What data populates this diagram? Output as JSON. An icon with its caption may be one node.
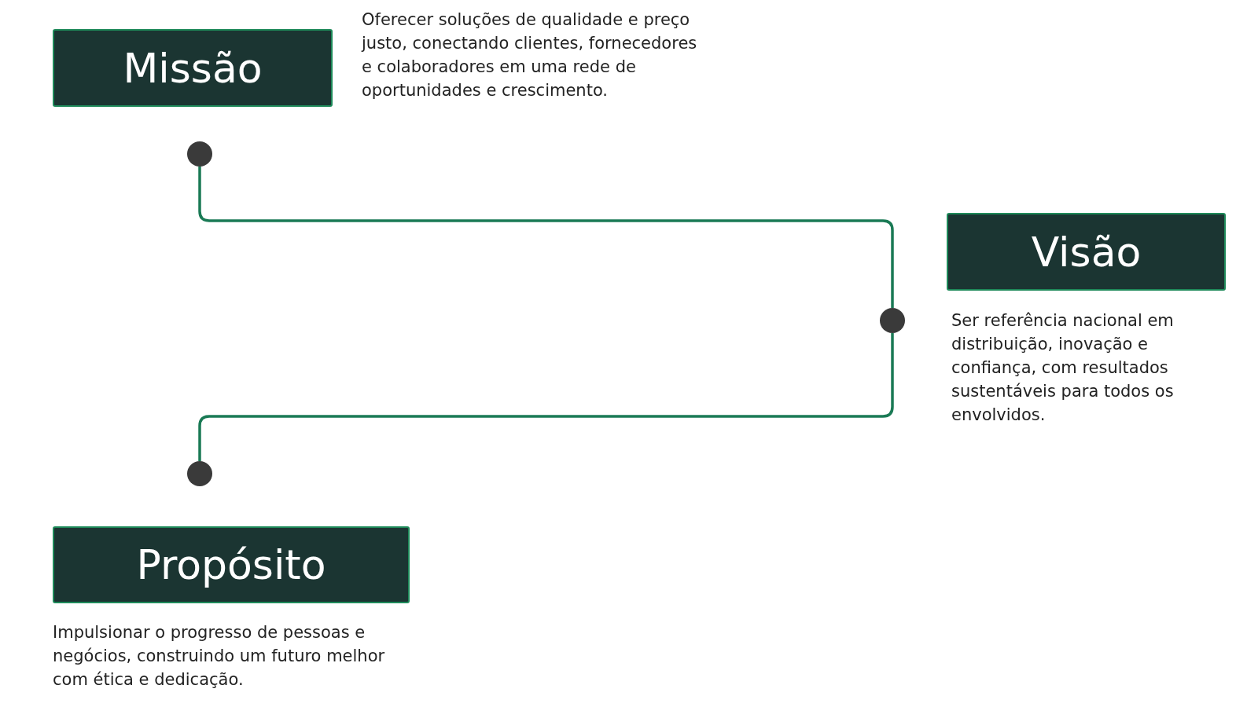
{
  "diagram": {
    "nodes": [
      {
        "text": [
          "Missão"
        ],
        "beside": [
          "Oferecer soluções de qualidade e preço justo, conectando clientes, fornecedores e colaboradores em uma rede de oportunidades e crescimento."
        ]
      },
      {
        "text": [
          "Visão"
        ],
        "beside": [
          "Ser referência nacional em distribuição, inovação e confiança, com resultados sustentáveis para todos os envolvidos."
        ]
      },
      {
        "text": [
          "Propósito"
        ],
        "beside": [
          "Impulsionar o progresso de pessoas e negócios, construindo um futuro melhor com ética e dedicação."
        ]
      },
      {
        "text": [],
        "shape": "circle"
      },
      {
        "text": [],
        "shape": "circle"
      },
      {
        "text": [],
        "shape": "circle"
      }
    ],
    "edges": [
      {
        "from": 3,
        "to": 4,
        "arrow": "none"
      },
      {
        "from": 4,
        "to": 5,
        "arrow": "none"
      }
    ]
  }
}
